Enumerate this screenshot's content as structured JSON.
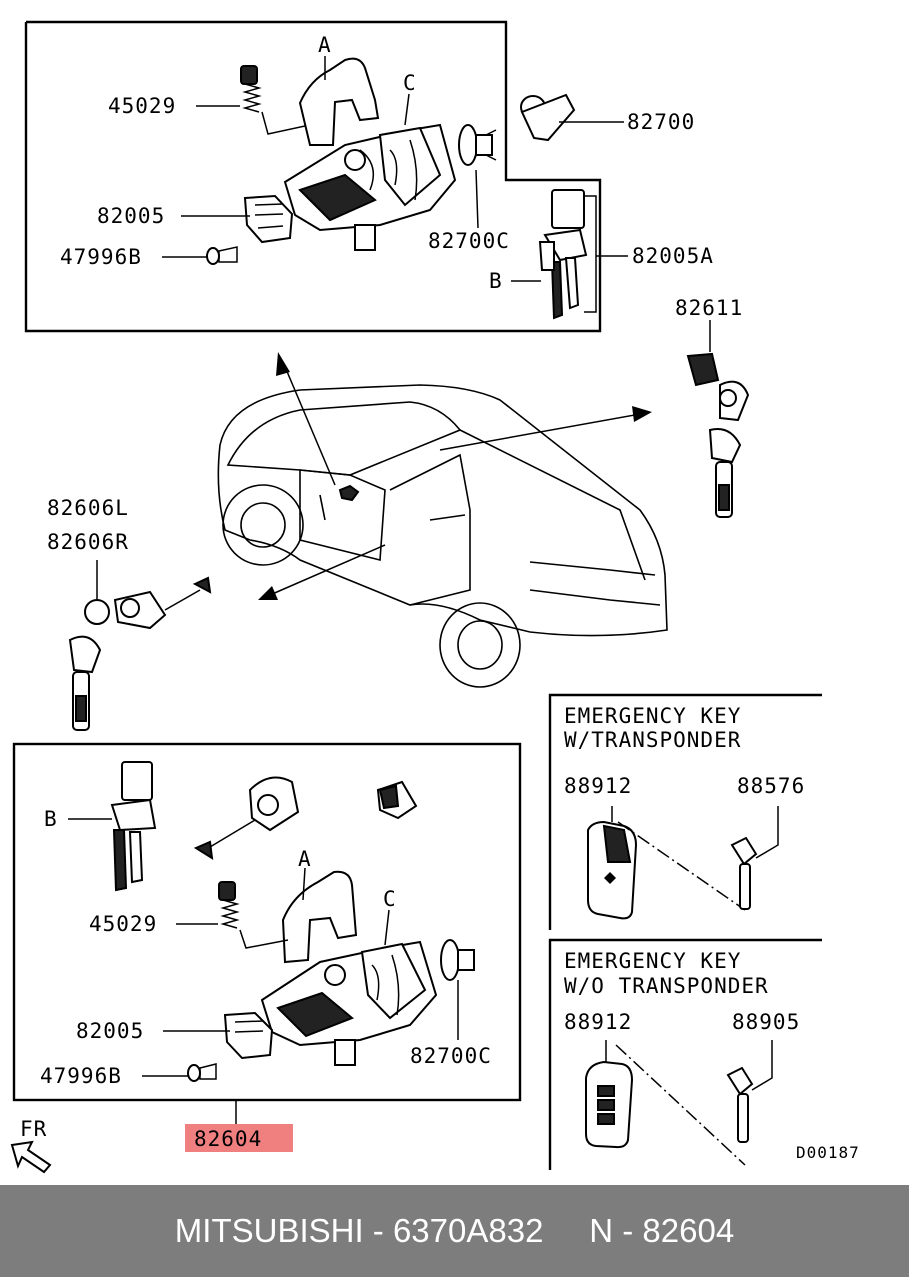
{
  "callouts": {
    "top_45029": "45029",
    "top_A": "A",
    "top_C": "C",
    "top_82700": "82700",
    "top_82005": "82005",
    "top_47996B": "47996B",
    "top_82700C": "82700C",
    "top_82005A": "82005A",
    "top_B": "B",
    "r_82611": "82611",
    "l_82606L": "82606L",
    "l_82606R": "82606R",
    "b_B": "B",
    "b_A": "A",
    "b_C": "C",
    "b_45029": "45029",
    "b_82005": "82005",
    "b_47996B": "47996B",
    "b_82700C": "82700C",
    "b_82604": "82604",
    "fr": "FR"
  },
  "emergency_key_with_transponder": {
    "title_line1": "EMERGENCY KEY",
    "title_line2": "W/TRANSPONDER",
    "part_fob": "88912",
    "part_key": "88576"
  },
  "emergency_key_without_transponder": {
    "title_line1": "EMERGENCY KEY",
    "title_line2": "W/O TRANSPONDER",
    "part_fob": "88912",
    "part_key": "88905"
  },
  "diagram_code": "D00187",
  "highlight_color": "#f08080",
  "footer": {
    "text": "MITSUBISHI - 6370A832     N - 82604"
  }
}
